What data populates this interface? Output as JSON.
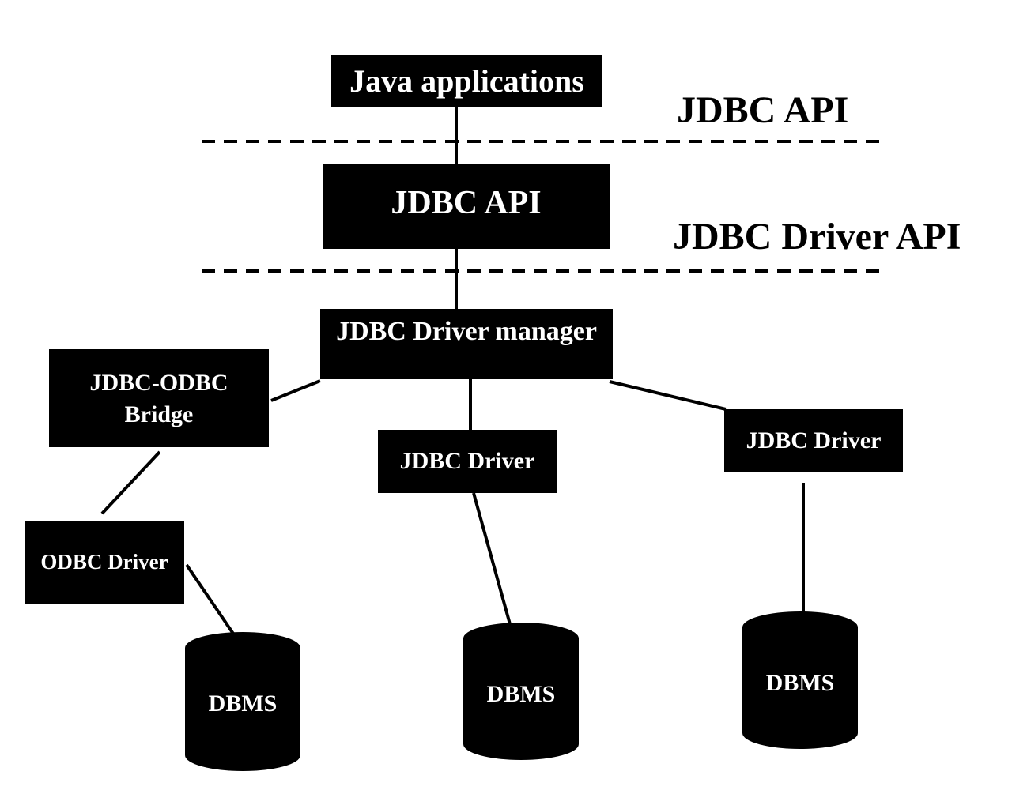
{
  "colors": {
    "box_fill": "#000000",
    "box_text": "#ffffff",
    "background": "#ffffff",
    "line": "#000000"
  },
  "layers": {
    "upper": "JDBC API",
    "lower": "JDBC Driver API"
  },
  "nodes": {
    "java_applications": "Java applications",
    "jdbc_api": "JDBC API",
    "driver_manager": "JDBC Driver manager",
    "odbc_bridge": {
      "line1": "JDBC-ODBC",
      "line2": "Bridge"
    },
    "jdbc_driver_middle": "JDBC Driver",
    "jdbc_driver_right": "JDBC Driver",
    "odbc_driver": "ODBC Driver"
  },
  "databases": [
    {
      "label": "DBMS"
    },
    {
      "label": "DBMS"
    },
    {
      "label": "DBMS"
    }
  ]
}
